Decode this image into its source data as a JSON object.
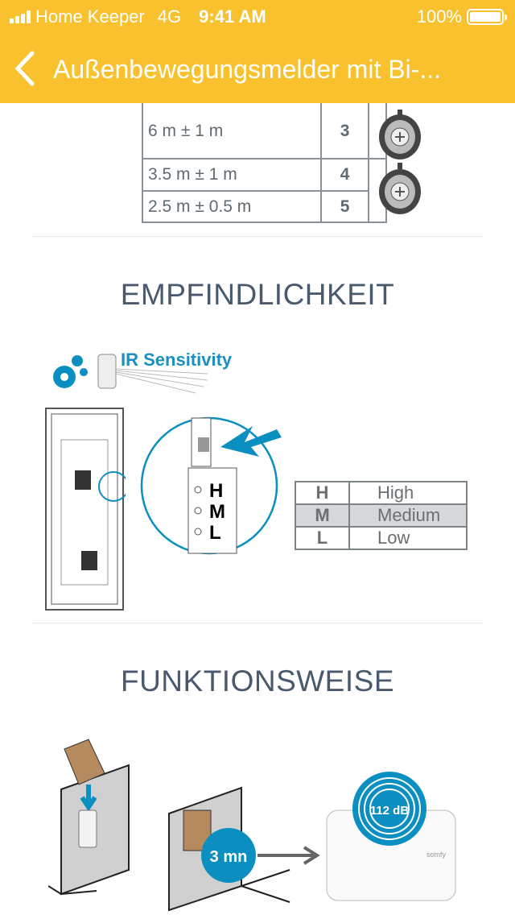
{
  "status_bar": {
    "carrier": "Home Keeper",
    "network": "4G",
    "time": "9:41 AM",
    "battery": "100%"
  },
  "nav": {
    "title": "Außenbewegungsmelder mit Bi-..."
  },
  "range_table": [
    {
      "distance": "6 m ± 1 m",
      "setting": "3"
    },
    {
      "distance": "3.5 m ± 1 m",
      "setting": "4"
    },
    {
      "distance": "2.5 m ± 0.5 m",
      "setting": "5"
    }
  ],
  "sensitivity": {
    "heading": "EMPFINDLICHKEIT",
    "label": "IR Sensitivity",
    "switch_letters": [
      "H",
      "M",
      "L"
    ],
    "levels": [
      {
        "code": "H",
        "name": "High"
      },
      {
        "code": "M",
        "name": "Medium"
      },
      {
        "code": "L",
        "name": "Low"
      }
    ]
  },
  "function": {
    "heading": "FUNKTIONSWEISE",
    "delay": "3 mn",
    "siren_level": "112 dB",
    "brand": "somfy"
  },
  "colors": {
    "accent": "#f8c12d",
    "blue": "#0b8fc0",
    "heading": "#4a5a6e"
  }
}
